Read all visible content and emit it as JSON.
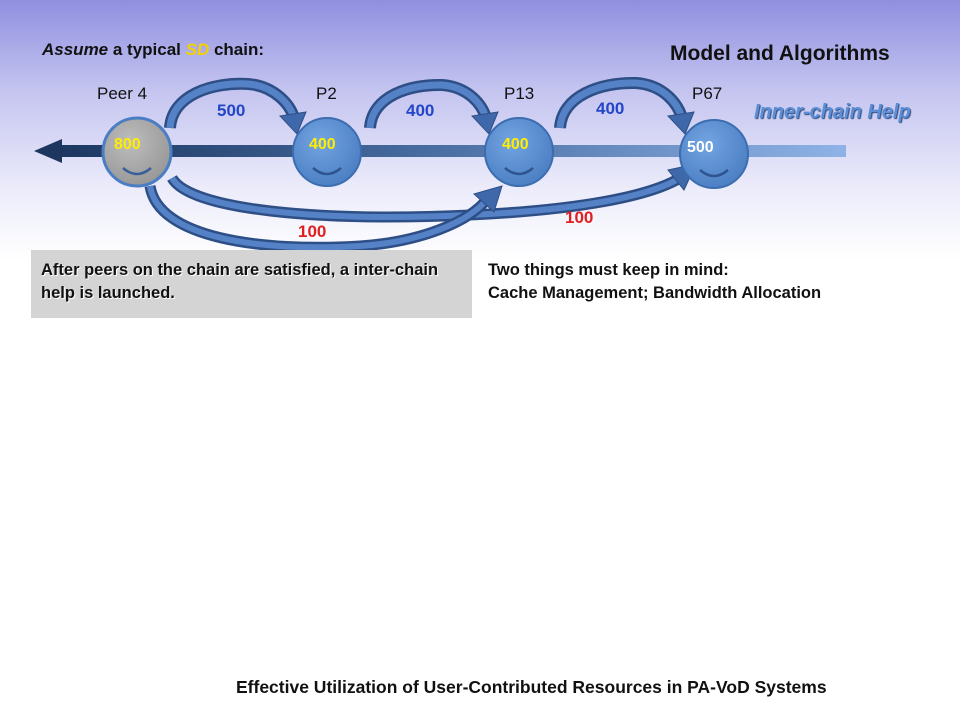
{
  "intro": {
    "assume": "Assume",
    "middle": " a typical ",
    "sd": "SD",
    "end": " chain:"
  },
  "title": "Model and Algorithms",
  "peers": [
    {
      "label": "Peer 4",
      "capacity": "800"
    },
    {
      "label": "P2",
      "capacity": "400"
    },
    {
      "label": "P13",
      "capacity": "400"
    },
    {
      "label": "P67",
      "capacity": "500"
    }
  ],
  "flows": {
    "p4_to_p2": "500",
    "p2_to_p13": "400",
    "p13_to_p67": "400",
    "p4_to_p13": "100",
    "p4_to_p67": "100"
  },
  "inner_chain_help": "Inner-chain Help",
  "note": "After peers on the chain are satisfied, a inter-chain help is launched.",
  "remind": {
    "line1": "Two things must keep in mind:",
    "line2": "Cache Management; Bandwidth Allocation"
  },
  "footer": "Effective Utilization of User-Contributed Resources in PA-VoD Systems",
  "colors": {
    "peer_fill": "#5a8fd3",
    "source_fill": "#a9a9a9",
    "flow_blue": "#2346c8",
    "flow_red": "#e02020",
    "chain_dark": "#1c3660",
    "chain_light": "#8fb3e6"
  }
}
